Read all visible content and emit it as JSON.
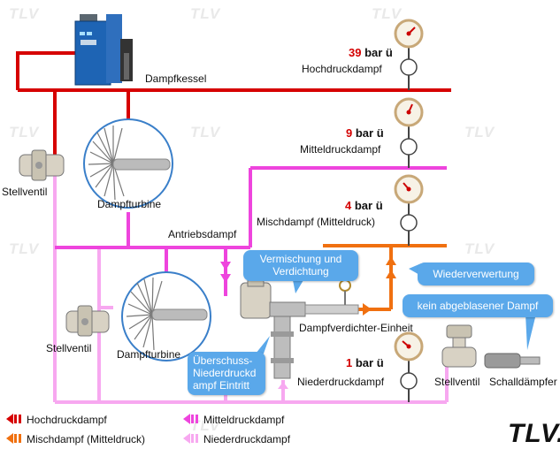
{
  "labels": {
    "boiler": "Dampfkessel",
    "turbine_top": "Dampfturbine",
    "turbine_bottom": "Dampfturbine",
    "valve_left_top": "Stellventil",
    "valve_left_bottom": "Stellventil",
    "valve_right": "Stellventil",
    "silencer": "Schalldämpfer",
    "drive_steam": "Antriebsdampf",
    "compressor_unit": "Dampfverdichter-Einheit"
  },
  "gauges": [
    {
      "value": "39",
      "unit": "bar ü",
      "name": "Hochdruckdampf"
    },
    {
      "value": "9",
      "unit": "bar ü",
      "name": "Mitteldruckdampf"
    },
    {
      "value": "4",
      "unit": "bar ü",
      "name": "Mischdampf (Mitteldruck)"
    },
    {
      "value": "1",
      "unit": "bar ü",
      "name": "Niederdruckdampf"
    }
  ],
  "callouts": {
    "mixing_l1": "Vermischung und",
    "mixing_l2": "Verdichtung",
    "reuse": "Wiederverwertung",
    "no_vent": "kein abgeblasener Dampf",
    "surplus_l1": "Überschuss-",
    "surplus_l2": "Niederdruckd",
    "surplus_l3": "ampf Eintritt"
  },
  "legend": [
    {
      "label": "Hochdruckdampf",
      "color": "#d60000"
    },
    {
      "label": "Mischdampf (Mitteldruck)",
      "color": "#f07010"
    },
    {
      "label": "Mitteldruckdampf",
      "color": "#ee44dd"
    },
    {
      "label": "Niederdruckdampf",
      "color": "#f7a8f0"
    }
  ],
  "watermark": "TLV",
  "brand": "TLV.",
  "colors": {
    "high": "#d60000",
    "mix": "#f07010",
    "mid": "#ee44dd",
    "low": "#f7a8f0",
    "bubble": "#5aa8ea"
  }
}
